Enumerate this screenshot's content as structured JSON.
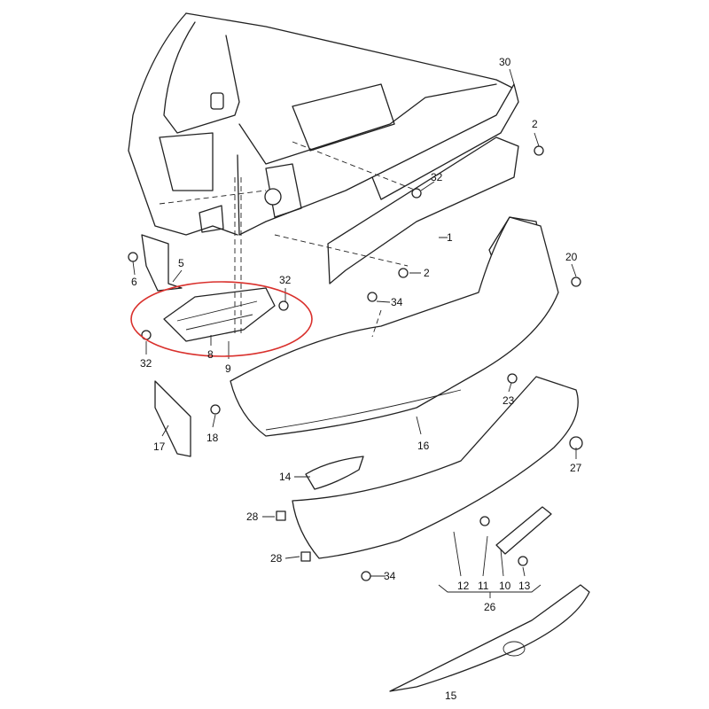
{
  "diagram": {
    "type": "exploded parts diagram - rear bumper",
    "highlight_color": "#d9302c",
    "labels": {
      "p30": "30",
      "p2a": "2",
      "p32a": "32",
      "p1": "1",
      "p20": "20",
      "p2b": "2",
      "p34a": "34",
      "p32b": "32",
      "p5": "5",
      "p6": "6",
      "p32c": "32",
      "p8": "8",
      "p9": "9",
      "p23": "23",
      "p17": "17",
      "p18": "18",
      "p16": "16",
      "p27": "27",
      "p14": "14",
      "p28a": "28",
      "p28b": "28",
      "p34b": "34",
      "p12": "12",
      "p11": "11",
      "p10": "10",
      "p13": "13",
      "p26": "26",
      "p15": "15"
    }
  }
}
